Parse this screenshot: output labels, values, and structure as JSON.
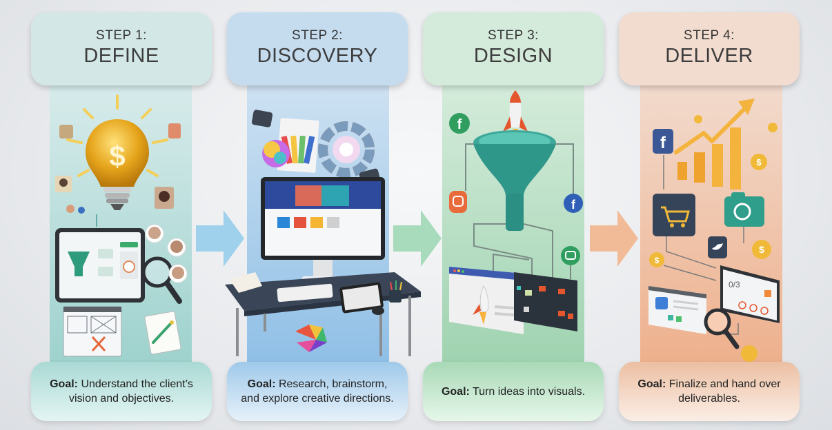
{
  "steps": [
    {
      "step_label": "STEP 1:",
      "name": "DEFINE",
      "goal_label": "Goal:",
      "goal_text": "Understand the client’s vision and objectives.",
      "colors": {
        "header": "#d3e8e6",
        "column_top": "#d9ecec",
        "column_bottom": "#9ed2cd",
        "goal_top": "#a9d9d4",
        "goal_bottom": "#e3f5f3"
      },
      "illustration": [
        "lightbulb-dollar-icon",
        "avatar-photos",
        "funnel-dashboard-tablet",
        "magnifier-icon",
        "wireframe-sketch",
        "notepad-pencil-icon"
      ]
    },
    {
      "step_label": "STEP 2:",
      "name": "DISCOVERY",
      "goal_label": "Goal:",
      "goal_text": "Research, brainstorm, and explore creative directions.",
      "colors": {
        "header": "#c5dcef",
        "column_top": "#cfe2f2",
        "column_bottom": "#8fbfe6",
        "goal_top": "#9fc9ea",
        "goal_bottom": "#e6f1fa"
      },
      "illustration": [
        "color-wheel-icon",
        "swatch-fan",
        "grid-paper",
        "desktop-monitor",
        "desk",
        "keyboard",
        "tablet",
        "mouse",
        "pen-cup",
        "color-samples"
      ]
    },
    {
      "step_label": "STEP 3:",
      "name": "DESIGN",
      "goal_label": "Goal:",
      "goal_text": "Turn ideas into visuals.",
      "colors": {
        "header": "#d4eadb",
        "column_top": "#d6ecdc",
        "column_bottom": "#9fd3b0",
        "goal_top": "#a8d9b6",
        "goal_bottom": "#e6f7ea"
      },
      "illustration": [
        "rocket-icon",
        "funnel-icon",
        "facebook-icon",
        "instagram-icon",
        "chat-icon",
        "browser-window",
        "control-panel"
      ]
    },
    {
      "step_label": "STEP 4:",
      "name": "DELIVER",
      "goal_label": "Goal:",
      "goal_text": "Finalize and hand over deliverables.",
      "colors": {
        "header": "#f2dccf",
        "column_top": "#f2dccf",
        "column_bottom": "#eeb08c",
        "goal_top": "#ecbfa2",
        "goal_bottom": "#fbeee6"
      },
      "illustration": [
        "growth-chart-icon",
        "coin-icon",
        "facebook-icon",
        "cart-icon",
        "camera-icon",
        "twitter-icon",
        "analytics-screen",
        "document-window",
        "magnifier-icon"
      ]
    }
  ],
  "arrows": [
    {
      "from": "DEFINE",
      "to": "DISCOVERY",
      "color": "#9fd0ec"
    },
    {
      "from": "DISCOVERY",
      "to": "DESIGN",
      "color": "#a8dbbb"
    },
    {
      "from": "DESIGN",
      "to": "DELIVER",
      "color": "#f2bb98"
    }
  ]
}
